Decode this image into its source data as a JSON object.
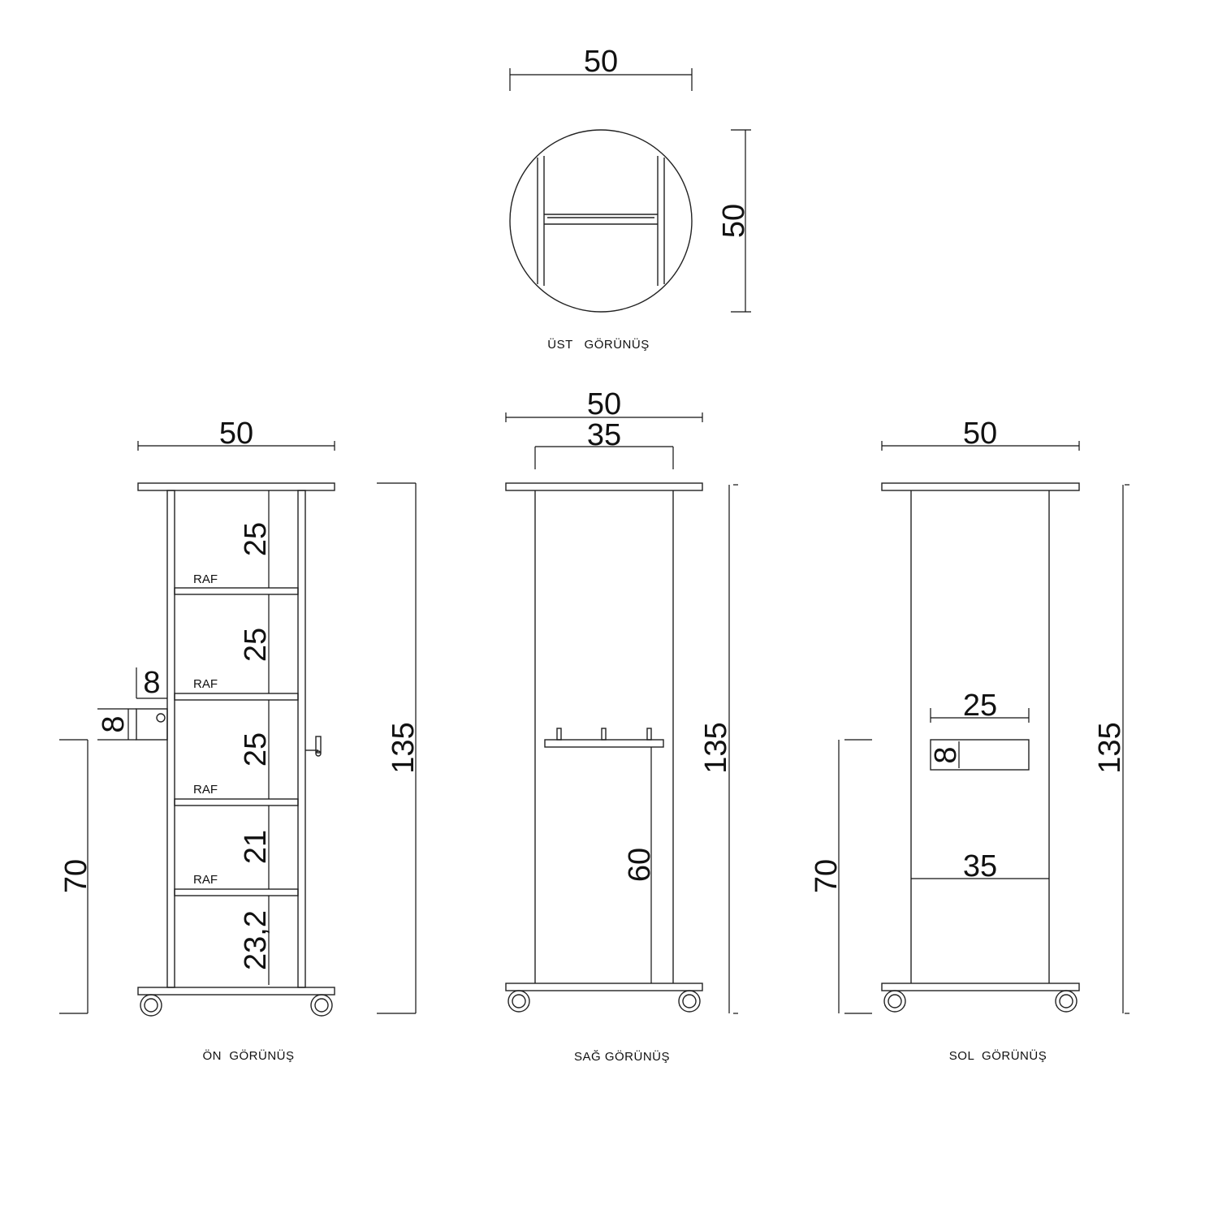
{
  "views": {
    "top": {
      "caption": "ÜST   GÖRÜNÜŞ",
      "width_label": "50",
      "depth_label": "50"
    },
    "front": {
      "caption": "ÖN  GÖRÜNÜŞ",
      "width_label": "50",
      "height_label": "135",
      "bottom_offset_label": "70",
      "handle_width_label": "8",
      "handle_height_label": "8",
      "shelf_label": "RAF",
      "compartments": [
        "25",
        "25",
        "25",
        "21",
        "23,2"
      ]
    },
    "right": {
      "caption": "SAĞ GÖRÜNÜŞ",
      "width_label": "50",
      "depth_label": "35",
      "height_label": "135",
      "hook_height_label": "60"
    },
    "left": {
      "caption": "SOL  GÖRÜNÜŞ",
      "width_label": "50",
      "height_label": "135",
      "bottom_offset_label": "70",
      "slot_width_label": "25",
      "slot_height_label": "8",
      "inner_width_label": "35"
    }
  }
}
